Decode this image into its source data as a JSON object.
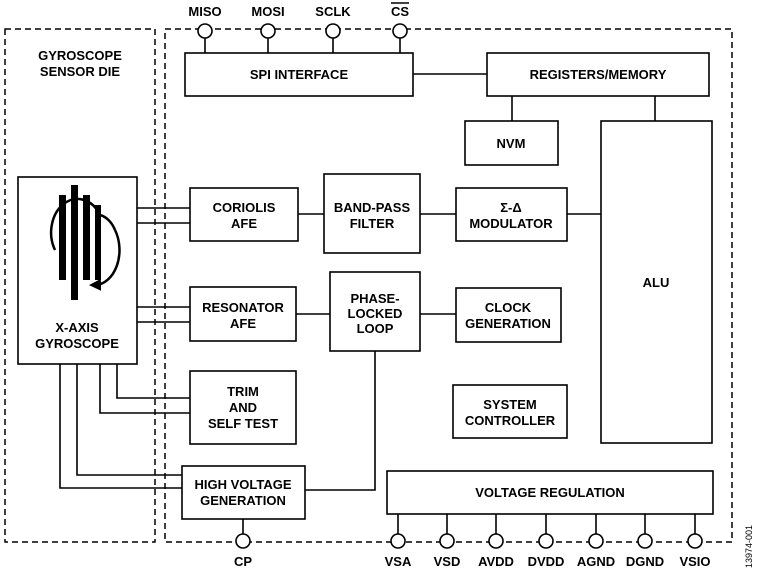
{
  "sensor_die": {
    "line1": "GYROSCOPE",
    "line2": "SENSOR DIE"
  },
  "blocks": {
    "spi": "SPI INTERFACE",
    "registers": "REGISTERS/MEMORY",
    "nvm": "NVM",
    "coriolis": [
      "CORIOLIS",
      "AFE"
    ],
    "bandpass": [
      "BAND-PASS",
      "FILTER"
    ],
    "modulator": [
      "Σ-Δ",
      "MODULATOR"
    ],
    "alu": "ALU",
    "resonator": [
      "RESONATOR",
      "AFE"
    ],
    "pll": [
      "PHASE-",
      "LOCKED",
      "LOOP"
    ],
    "clock": [
      "CLOCK",
      "GENERATION"
    ],
    "trim": [
      "TRIM",
      "AND",
      "SELF TEST"
    ],
    "system": [
      "SYSTEM",
      "CONTROLLER"
    ],
    "hv": [
      "HIGH VOLTAGE",
      "GENERATION"
    ],
    "vreg": "VOLTAGE REGULATION",
    "gyro": [
      "X-AXIS",
      "GYROSCOPE"
    ]
  },
  "top_pins": [
    "MISO",
    "MOSI",
    "SCLK",
    "CS"
  ],
  "bottom_pins": [
    "CP",
    "VSA",
    "VSD",
    "AVDD",
    "DVDD",
    "AGND",
    "DGND",
    "VSIO"
  ],
  "figure_code": "13974-001"
}
